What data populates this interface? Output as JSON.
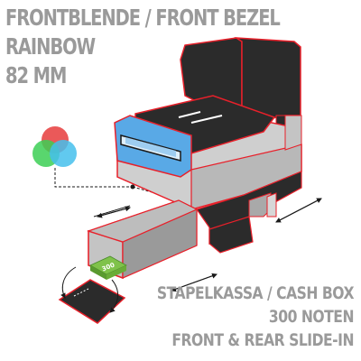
{
  "title": {
    "line1": "FRONTBLENDE / FRONT BEZEL",
    "line2": "RAINBOW",
    "line3": "82 MM"
  },
  "caption": {
    "line1": "STAPELKASSA / CASH BOX",
    "line2": "300 NOTEN",
    "line3": "FRONT & REAR SLIDE-IN"
  },
  "banknote_label": "300",
  "colors": {
    "outline": "#e8202a",
    "body_light": "#cfcfcf",
    "body_mid": "#a9a9a9",
    "body_dark": "#2b2b2b",
    "bezel": "#59a9e6",
    "banknote": "#7fc24a",
    "rgb_red": "#e63c3c",
    "rgb_green": "#3ccf55",
    "rgb_blue": "#45c0ec",
    "text_gray": "#9a9a9a"
  },
  "icons": [
    "rgb-color-circles-icon",
    "bezel-pointer-icon",
    "rotate-arrow-icon",
    "slide-arrow-icon"
  ]
}
